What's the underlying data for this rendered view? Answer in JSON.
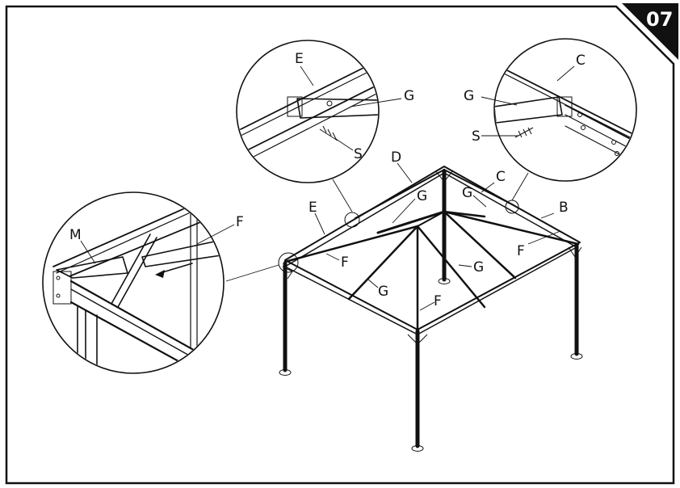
{
  "step_number": "07",
  "labels": {
    "E": "E",
    "G": "G",
    "S": "S",
    "C": "C",
    "D": "D",
    "B": "B",
    "F": "F",
    "M": "M"
  }
}
